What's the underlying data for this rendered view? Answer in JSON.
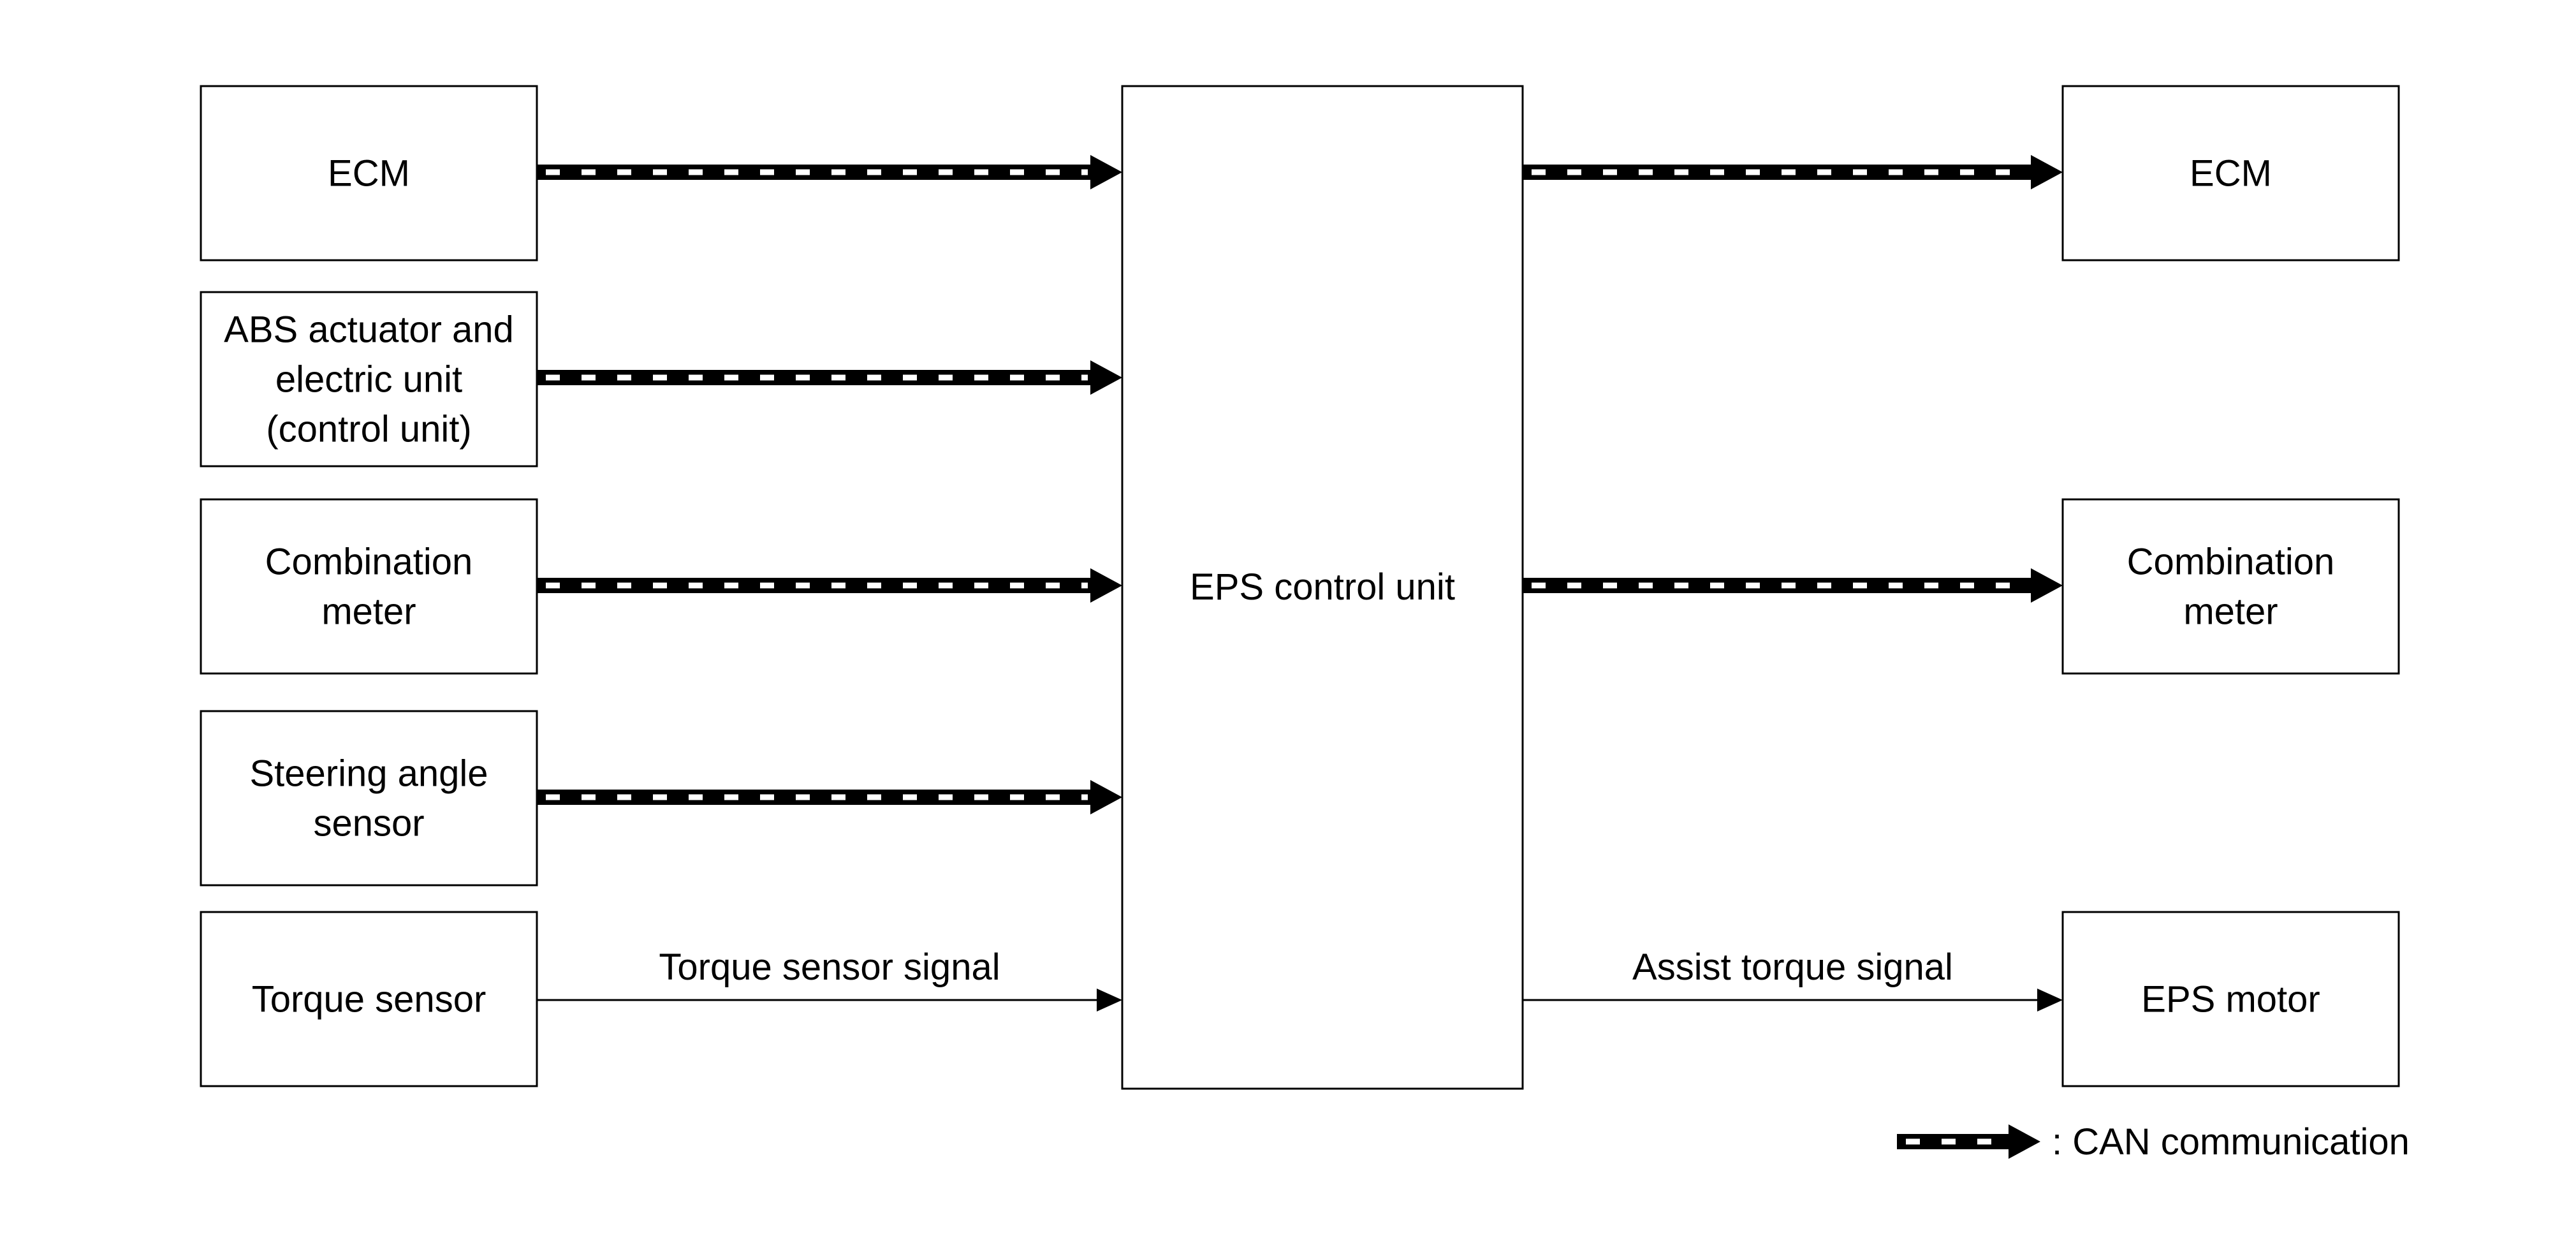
{
  "diagram": {
    "center": {
      "label": "EPS control unit"
    },
    "inputs": [
      {
        "lines": [
          "ECM"
        ],
        "link": "can"
      },
      {
        "lines": [
          "ABS actuator and",
          "electric unit",
          "(control unit)"
        ],
        "link": "can"
      },
      {
        "lines": [
          "Combination",
          "meter"
        ],
        "link": "can"
      },
      {
        "lines": [
          "Steering angle",
          "sensor"
        ],
        "link": "can"
      },
      {
        "lines": [
          "Torque sensor"
        ],
        "link": "signal",
        "signal_label": "Torque sensor signal"
      }
    ],
    "outputs": [
      {
        "lines": [
          "ECM"
        ],
        "link": "can"
      },
      {
        "lines": [
          "Combination",
          "meter"
        ],
        "link": "can"
      },
      {
        "lines": [
          "EPS motor"
        ],
        "link": "signal",
        "signal_label": "Assist torque signal"
      }
    ],
    "legend": {
      "label": ": CAN communication"
    }
  },
  "colors": {
    "stroke": "#000000",
    "background": "#ffffff",
    "dash": "#ffffff"
  }
}
